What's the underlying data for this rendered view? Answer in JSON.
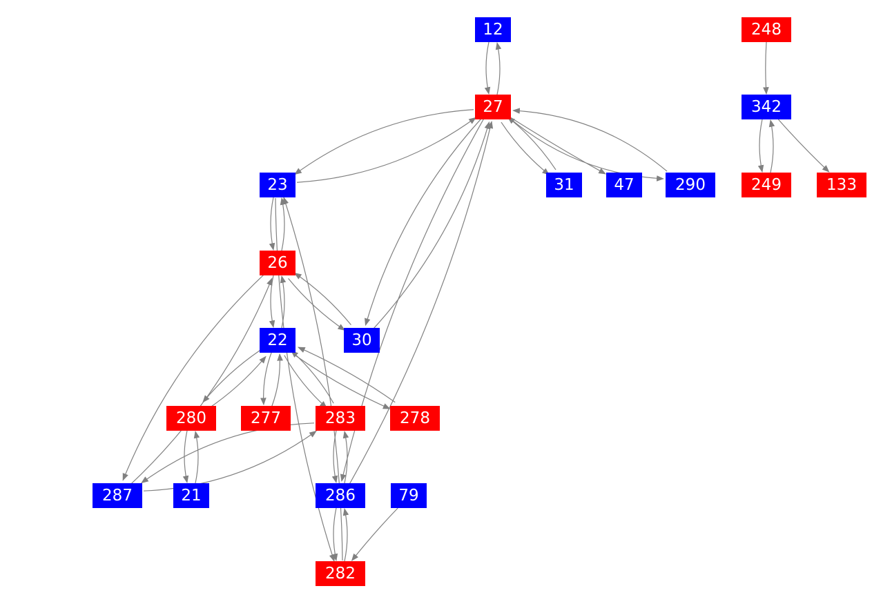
{
  "colors": {
    "blue": "#0000ff",
    "red": "#ff0000",
    "edge": "#808080",
    "label": "#ffffff"
  },
  "nodes": [
    {
      "id": "12",
      "color": "blue"
    },
    {
      "id": "27",
      "color": "red"
    },
    {
      "id": "248",
      "color": "red"
    },
    {
      "id": "342",
      "color": "blue"
    },
    {
      "id": "249",
      "color": "red"
    },
    {
      "id": "133",
      "color": "red"
    },
    {
      "id": "23",
      "color": "blue"
    },
    {
      "id": "31",
      "color": "blue"
    },
    {
      "id": "47",
      "color": "blue"
    },
    {
      "id": "290",
      "color": "blue"
    },
    {
      "id": "26",
      "color": "red"
    },
    {
      "id": "22",
      "color": "blue"
    },
    {
      "id": "30",
      "color": "blue"
    },
    {
      "id": "280",
      "color": "red"
    },
    {
      "id": "277",
      "color": "red"
    },
    {
      "id": "283",
      "color": "red"
    },
    {
      "id": "278",
      "color": "red"
    },
    {
      "id": "287",
      "color": "blue"
    },
    {
      "id": "21",
      "color": "blue"
    },
    {
      "id": "286",
      "color": "blue"
    },
    {
      "id": "79",
      "color": "blue"
    },
    {
      "id": "282",
      "color": "red"
    }
  ],
  "edges": [
    [
      "12",
      "27"
    ],
    [
      "27",
      "12"
    ],
    [
      "27",
      "23"
    ],
    [
      "23",
      "27"
    ],
    [
      "27",
      "31"
    ],
    [
      "31",
      "27"
    ],
    [
      "27",
      "47"
    ],
    [
      "27",
      "290"
    ],
    [
      "290",
      "27"
    ],
    [
      "27",
      "30"
    ],
    [
      "30",
      "27"
    ],
    [
      "27",
      "286"
    ],
    [
      "286",
      "27"
    ],
    [
      "248",
      "342"
    ],
    [
      "342",
      "249"
    ],
    [
      "249",
      "342"
    ],
    [
      "342",
      "133"
    ],
    [
      "23",
      "26"
    ],
    [
      "26",
      "23"
    ],
    [
      "23",
      "282"
    ],
    [
      "282",
      "23"
    ],
    [
      "26",
      "22"
    ],
    [
      "22",
      "26"
    ],
    [
      "26",
      "30"
    ],
    [
      "30",
      "26"
    ],
    [
      "26",
      "287"
    ],
    [
      "287",
      "26"
    ],
    [
      "22",
      "280"
    ],
    [
      "280",
      "22"
    ],
    [
      "22",
      "277"
    ],
    [
      "277",
      "22"
    ],
    [
      "22",
      "283"
    ],
    [
      "283",
      "22"
    ],
    [
      "22",
      "278"
    ],
    [
      "278",
      "22"
    ],
    [
      "280",
      "21"
    ],
    [
      "21",
      "280"
    ],
    [
      "283",
      "287"
    ],
    [
      "287",
      "283"
    ],
    [
      "283",
      "286"
    ],
    [
      "286",
      "283"
    ],
    [
      "286",
      "282"
    ],
    [
      "282",
      "286"
    ],
    [
      "79",
      "282"
    ]
  ]
}
